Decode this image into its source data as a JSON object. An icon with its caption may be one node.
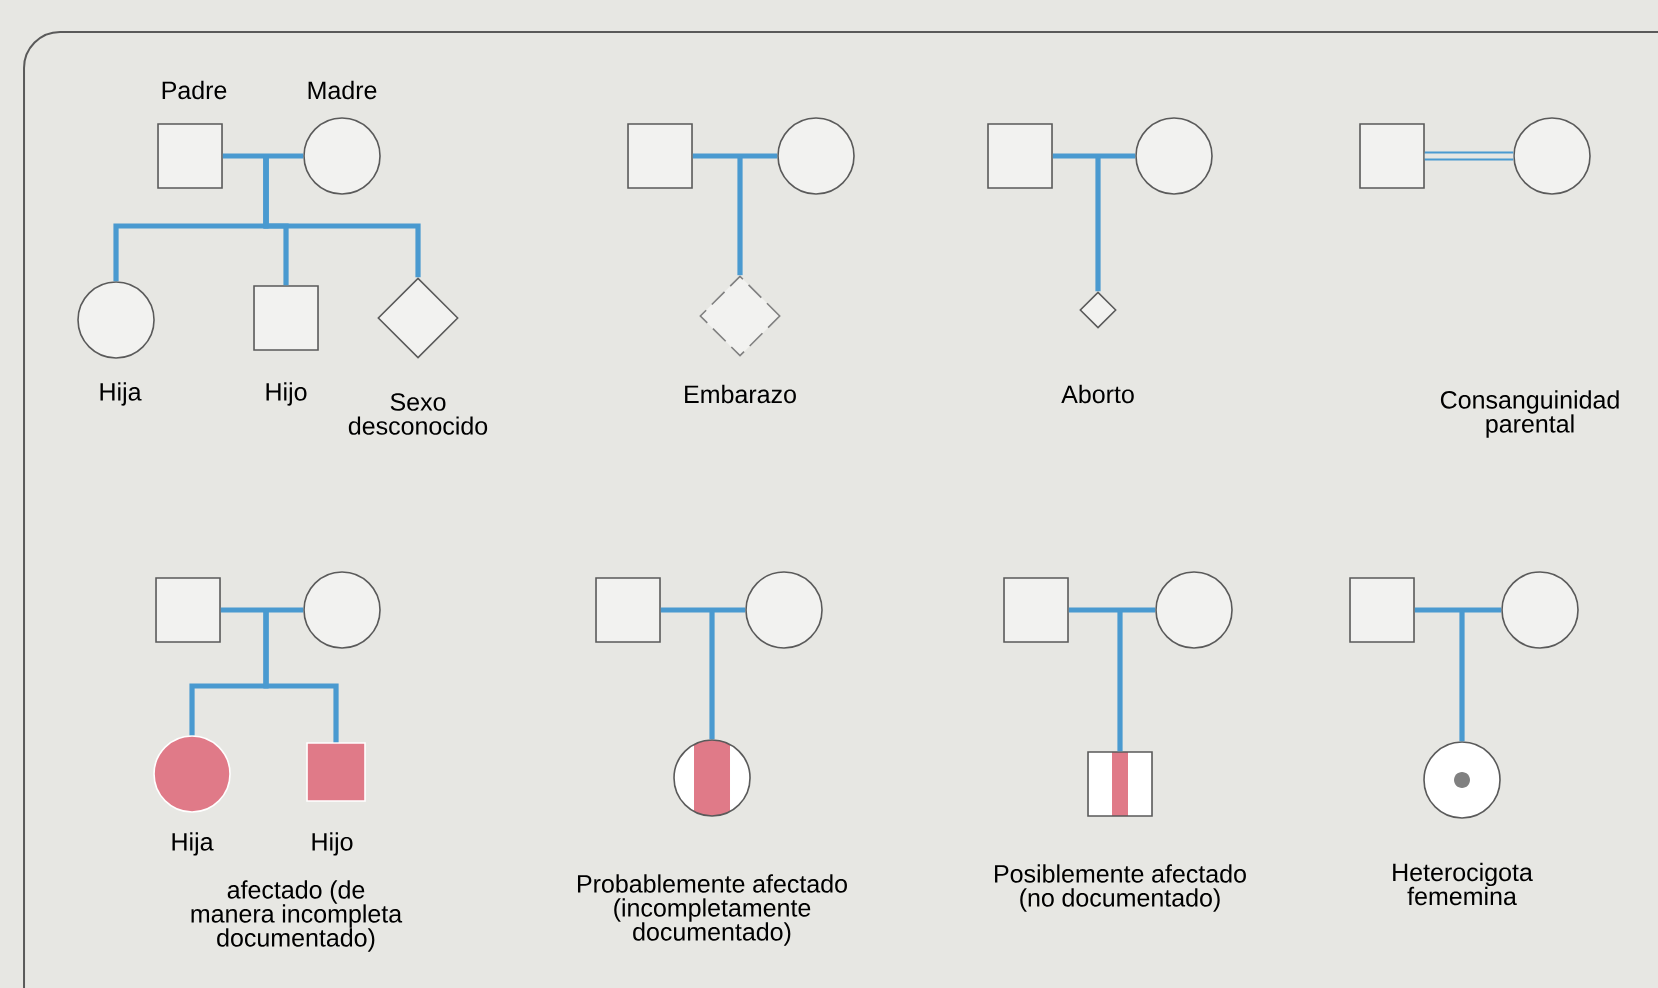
{
  "diagram": {
    "nodes": [
      {
        "text": [],
        "shape": "box",
        "beside": [
          "Padre"
        ]
      },
      {
        "text": [],
        "shape": "circle",
        "beside": [
          "Madre"
        ]
      },
      {
        "text": [],
        "shape": "circle",
        "beside": [
          "Hija"
        ]
      },
      {
        "text": [],
        "shape": "box",
        "beside": [
          "Hijo"
        ]
      },
      {
        "text": [],
        "shape": "diamond",
        "beside": [
          "Sexo desconocido"
        ]
      },
      {
        "text": [],
        "shape": "box"
      },
      {
        "text": [],
        "shape": "circle"
      },
      {
        "text": [],
        "shape": "diamond",
        "beside": [
          "Embarazo"
        ]
      },
      {
        "text": [],
        "shape": "box"
      },
      {
        "text": [],
        "shape": "circle"
      },
      {
        "text": [],
        "shape": "diamond",
        "beside": [
          "Aborto"
        ]
      },
      {
        "text": [],
        "shape": "box"
      },
      {
        "text": [],
        "shape": "circle"
      },
      {
        "text": [],
        "shape": "box"
      },
      {
        "text": [],
        "shape": "circle"
      },
      {
        "text": [],
        "shape": "circle",
        "beside": [
          "Hija"
        ]
      },
      {
        "text": [],
        "shape": "box",
        "beside": [
          "Hijo"
        ]
      },
      {
        "text": [],
        "shape": "box"
      },
      {
        "text": [],
        "shape": "circle"
      },
      {
        "text": [],
        "shape": "circle",
        "beside": [
          "Probablemente afectado (incompletamente documentado)"
        ]
      },
      {
        "text": [],
        "shape": "box"
      },
      {
        "text": [],
        "shape": "circle"
      },
      {
        "text": [],
        "shape": "box",
        "beside": [
          "Posiblemente afectado (no documentado)"
        ]
      },
      {
        "text": [],
        "shape": "box"
      },
      {
        "text": [],
        "shape": "circle"
      },
      {
        "text": [],
        "shape": "circle",
        "beside": [
          "Heterocigota fememina"
        ]
      }
    ],
    "edges": [
      {
        "from": 0,
        "to": 1,
        "arrow": "none"
      },
      {
        "from": null,
        "to": 2,
        "arrow": "none"
      },
      {
        "from": null,
        "to": 3,
        "arrow": "none"
      },
      {
        "from": null,
        "to": 4,
        "arrow": "none"
      },
      {
        "from": 5,
        "to": 6,
        "arrow": "none"
      },
      {
        "from": null,
        "to": 7,
        "arrow": "none"
      },
      {
        "from": 8,
        "to": 9,
        "arrow": "none"
      },
      {
        "from": null,
        "to": 10,
        "arrow": "none"
      },
      {
        "from": 11,
        "to": 12,
        "arrow": "none"
      },
      {
        "from": 13,
        "to": 14,
        "arrow": "none"
      },
      {
        "from": null,
        "to": 15,
        "arrow": "none"
      },
      {
        "from": null,
        "to": 16,
        "arrow": "none"
      },
      {
        "from": 17,
        "to": 18,
        "arrow": "none"
      },
      {
        "from": null,
        "to": 19,
        "arrow": "none"
      },
      {
        "from": 20,
        "to": 21,
        "arrow": "none"
      },
      {
        "from": null,
        "to": 22,
        "arrow": "none"
      },
      {
        "from": 23,
        "to": 24,
        "arrow": "none"
      },
      {
        "from": null,
        "to": 25,
        "arrow": "none"
      }
    ],
    "labels": [
      "Consanguinidad parental",
      "afectado (de manera incompleta documentado)"
    ]
  }
}
